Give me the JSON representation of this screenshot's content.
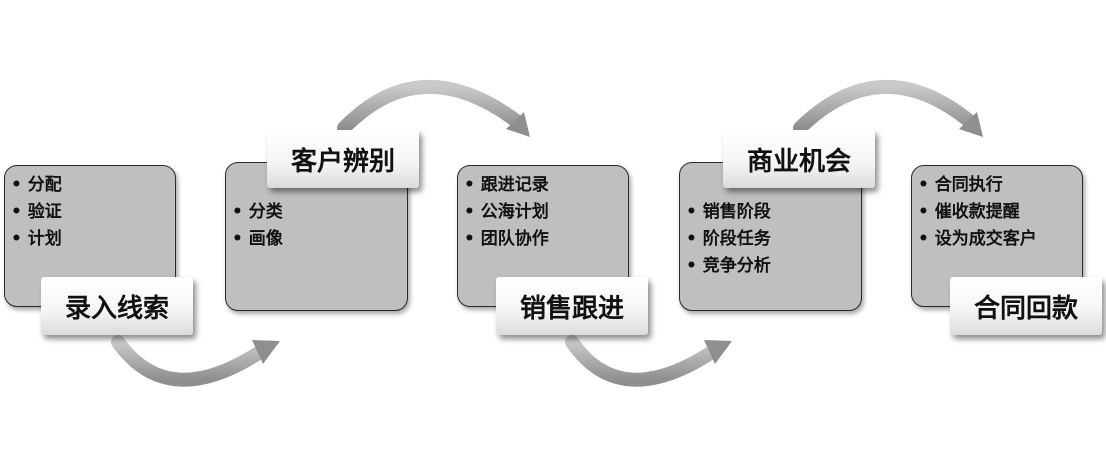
{
  "stages": [
    {
      "title": "录入线索",
      "items": [
        "分配",
        "验证",
        "计划"
      ]
    },
    {
      "title": "客户辨别",
      "items": [
        "分类",
        "画像"
      ]
    },
    {
      "title": "销售跟进",
      "items": [
        "跟进记录",
        "公海计划",
        "团队协作"
      ]
    },
    {
      "title": "商业机会",
      "items": [
        "销售阶段",
        "阶段任务",
        "竞争分析"
      ]
    },
    {
      "title": "合同回款",
      "items": [
        "合同执行",
        "催收款提醒",
        "设为成交客户"
      ]
    }
  ],
  "colors": {
    "box_fill": "#bfbfbf",
    "box_border": "#2a2a2a",
    "arrow": "#999999"
  }
}
